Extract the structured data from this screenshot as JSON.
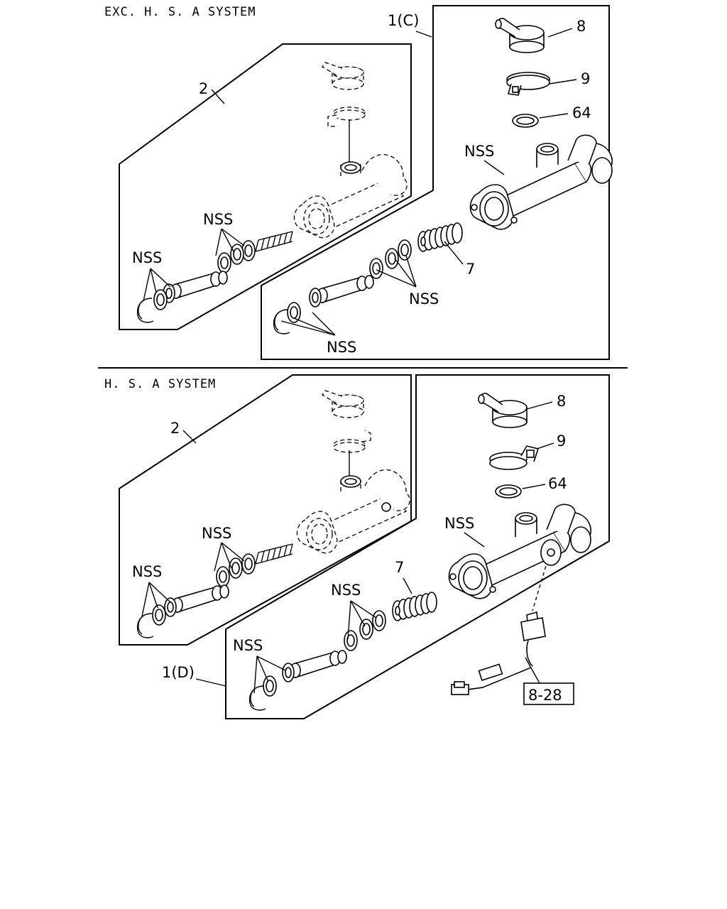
{
  "sections": {
    "top": {
      "title": "EXC. H. S. A SYSTEM"
    },
    "bottom": {
      "title": "H. S. A SYSTEM"
    }
  },
  "callouts": {
    "assembly_2": "2",
    "assembly_1c": "1(C)",
    "assembly_1d": "1(D)",
    "part_8": "8",
    "part_9": "9",
    "part_64": "64",
    "part_7": "7",
    "nss": "NSS",
    "ref_8_28": "8-28"
  }
}
